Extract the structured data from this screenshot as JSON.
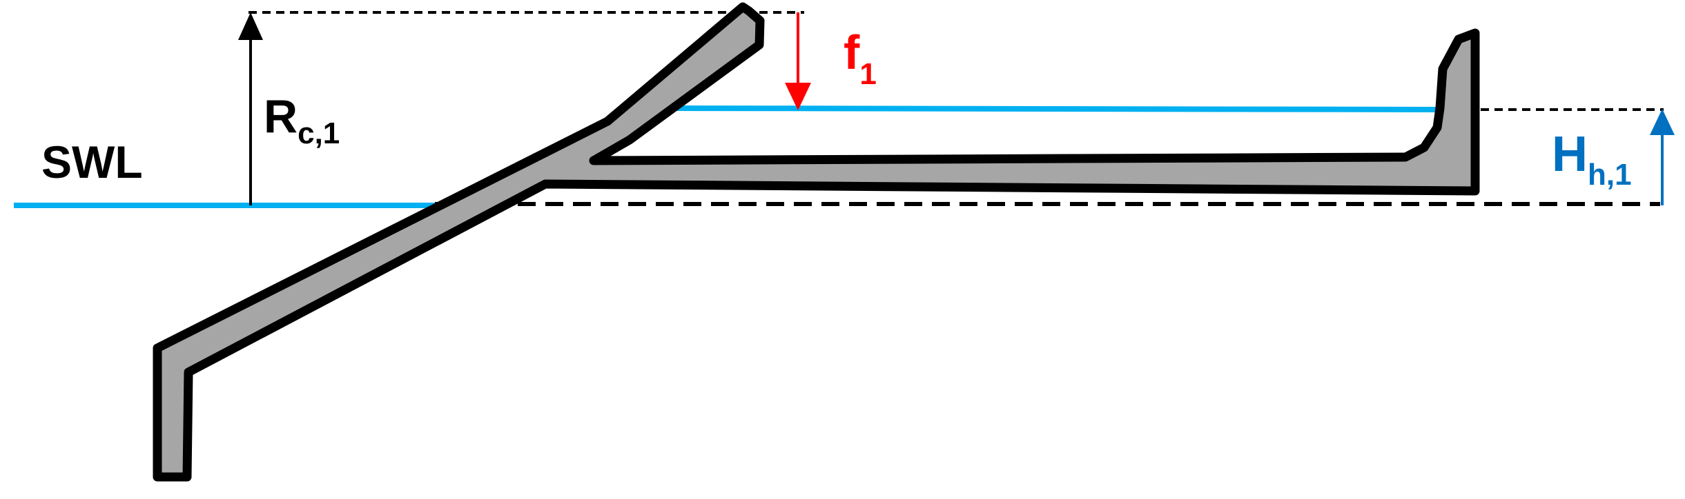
{
  "labels": {
    "swl": "SWL",
    "rc_main": "R",
    "rc_sub": "c,1",
    "f_main": "f",
    "f_sub": "1",
    "h_main": "H",
    "h_sub": "h,1"
  },
  "colors": {
    "structure_fill": "#a6a6a6",
    "structure_outline": "#000000",
    "water": "#00b0f0",
    "freeboard_arrow": "#ff0000",
    "height_arrow": "#0070c0",
    "reference_lines": "#000000"
  }
}
